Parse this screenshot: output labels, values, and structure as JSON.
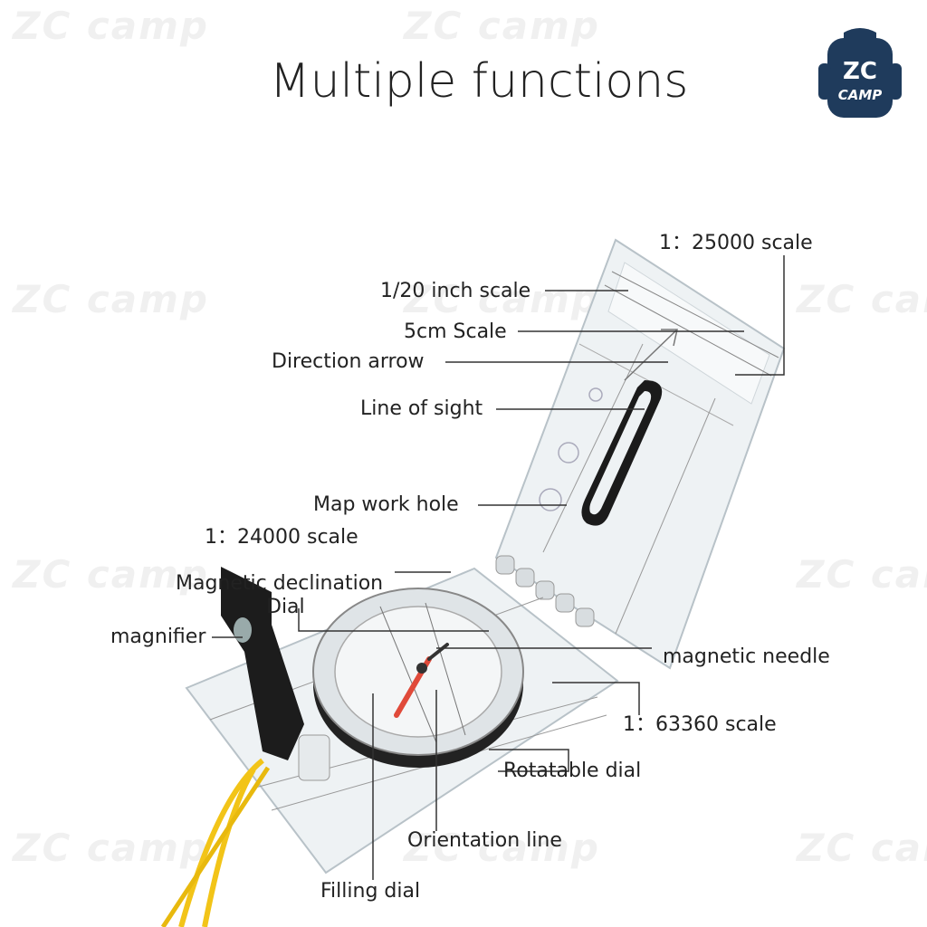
{
  "watermark": "ZC camp",
  "logo": {
    "line1": "ZC",
    "line2": "CAMP",
    "color": "#1f3b5c"
  },
  "title": "Multiple functions",
  "labels": {
    "scale_25000": "1：25000 scale",
    "inch_scale": "1/20 inch scale",
    "cm_scale": "5cm Scale",
    "direction_arrow": "Direction arrow",
    "line_of_sight": "Line of sight",
    "map_work_hole": "Map work hole",
    "scale_24000": "1：24000 scale",
    "declination_line1": "Magnetic declination",
    "declination_line2": "Dial",
    "magnifier": "magnifier",
    "magnetic_needle": "magnetic needle",
    "scale_63360": "1：63360 scale",
    "rotatable_dial": "Rotatable dial",
    "orientation_line": "Orientation line",
    "filling_dial": "Filling dial"
  },
  "colors": {
    "lanyard": "#f2c418",
    "needle": "#e04a3a",
    "baseplate": "#eef2f4"
  }
}
